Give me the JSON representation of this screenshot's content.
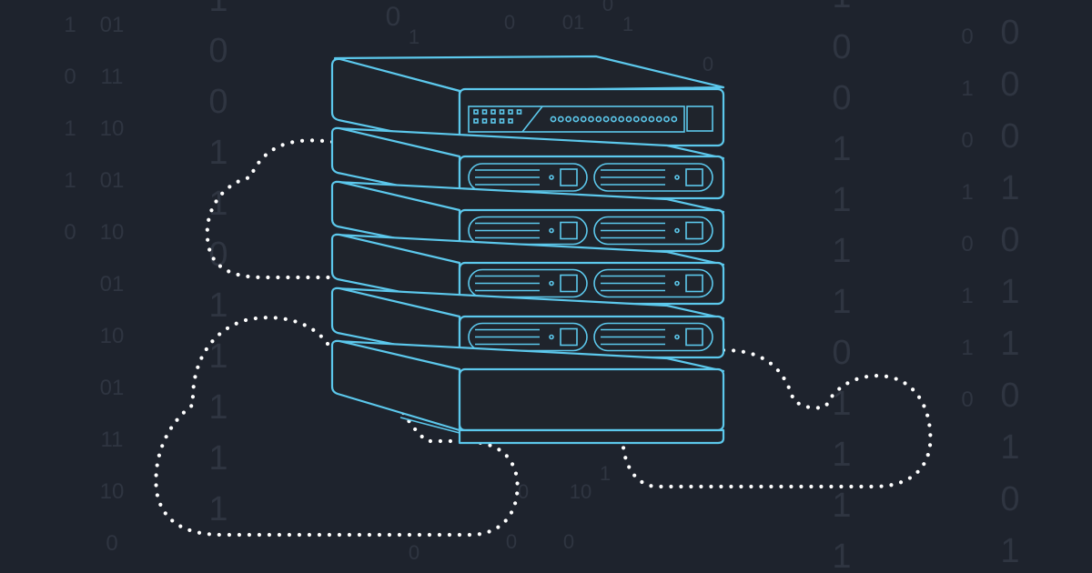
{
  "colors": {
    "background": "#1e232d",
    "digits": "#2f3541",
    "server_outline": "#5cc8ec",
    "cloud_dots": "#ffffff"
  },
  "binary_columns": [
    {
      "size": "small",
      "digits": [
        "1",
        "0",
        "1",
        "1",
        "0"
      ]
    },
    {
      "size": "small",
      "digits": [
        "01",
        "11",
        "10",
        "01",
        "10",
        "01",
        "10",
        "01",
        "11",
        "10",
        "0"
      ]
    },
    {
      "size": "large",
      "digits": [
        "1",
        "0",
        "0",
        "1",
        "1",
        "0",
        "1",
        "1",
        "1",
        "1",
        "1"
      ]
    },
    {
      "size": "large",
      "digits": [
        "1",
        "0",
        "0",
        "1",
        "1",
        "1",
        "1",
        "0",
        "1",
        "1",
        "1",
        "1"
      ]
    },
    {
      "size": "small",
      "digits": [
        "0",
        "1",
        "0",
        "1",
        "0",
        "1",
        "1",
        "0"
      ]
    },
    {
      "size": "large",
      "digits": [
        "0",
        "0",
        "0",
        "1",
        "0",
        "1",
        "1",
        "0",
        "1",
        "0",
        "1"
      ]
    }
  ],
  "scattered_digits": [
    "0",
    "1",
    "0",
    "01",
    "0",
    "1",
    "0",
    "10",
    "1",
    "0",
    "0",
    "0",
    "0"
  ],
  "illustration": {
    "subject": "server-rack",
    "units": 6,
    "drive_bays_per_unit": 2,
    "clouds": 3
  }
}
